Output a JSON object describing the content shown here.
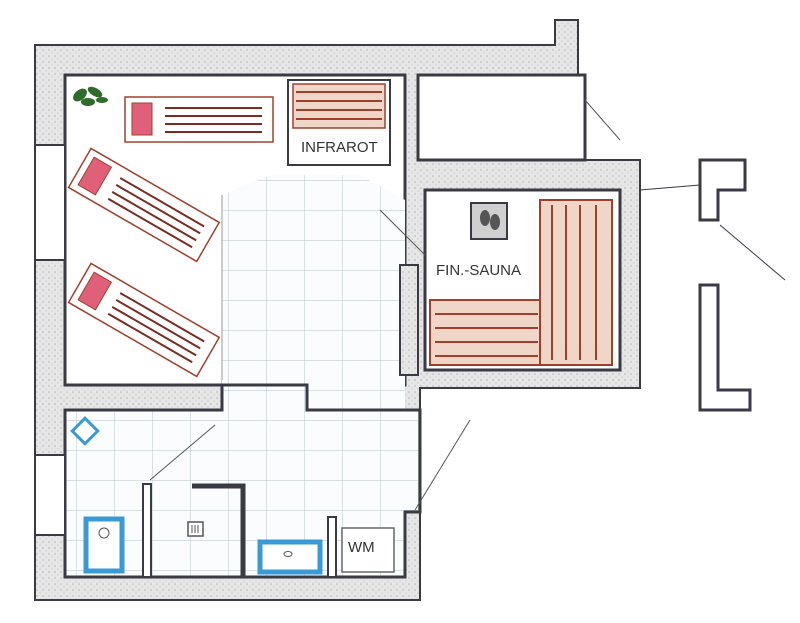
{
  "plan": {
    "labels": {
      "infrared": "INFRAROT",
      "sauna": "FIN.-SAUNA",
      "washing_machine": "WM"
    }
  },
  "colors": {
    "wall_fill": "#d9d9d9",
    "wall_line": "#3a3a44",
    "wood": "#a0402c",
    "wood_light": "#d9a58c",
    "tile_line": "#b7c3cc",
    "fixture_blue": "#3a9ad6",
    "lounger_pink": "#e0607a",
    "plant_green": "#2f6b2a"
  }
}
